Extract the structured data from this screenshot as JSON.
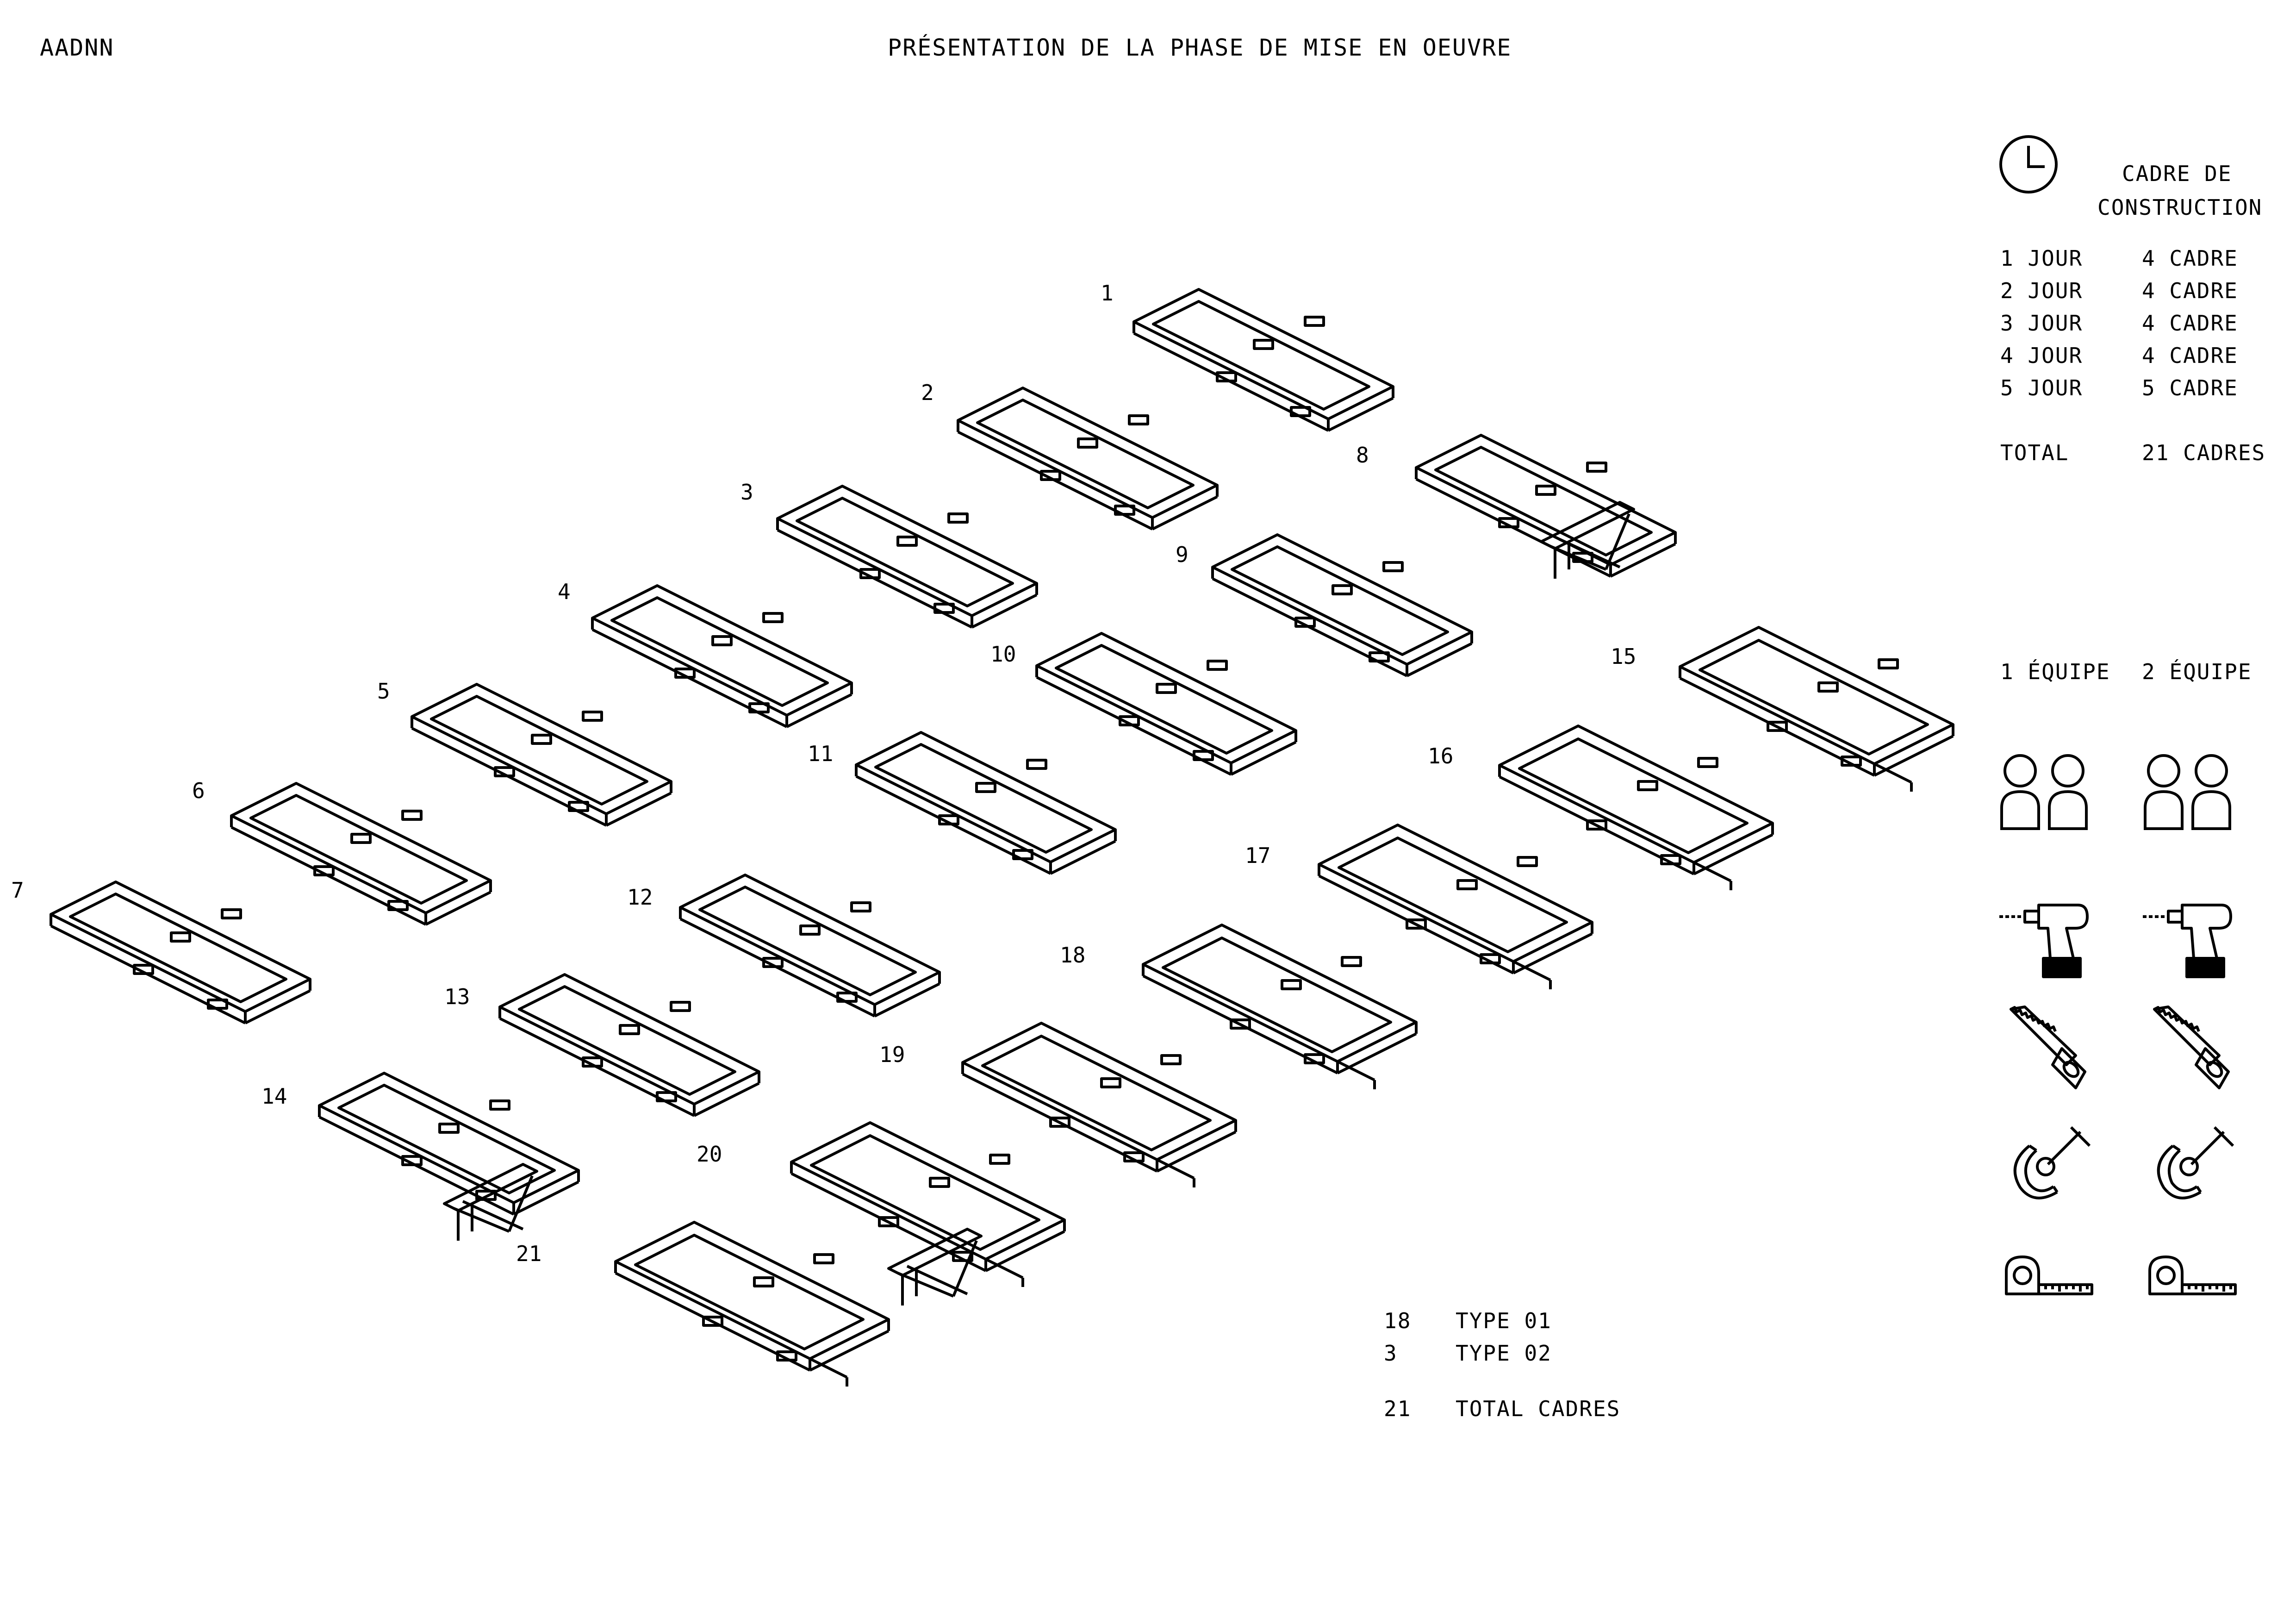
{
  "header": {
    "brand": "AADNN",
    "title": "PRÉSENTATION DE LA PHASE DE MISE EN OEUVRE"
  },
  "frames": [
    {
      "label": "1",
      "type": "small"
    },
    {
      "label": "2",
      "type": "small"
    },
    {
      "label": "3",
      "type": "small"
    },
    {
      "label": "4",
      "type": "small"
    },
    {
      "label": "5",
      "type": "small"
    },
    {
      "label": "6",
      "type": "small"
    },
    {
      "label": "7",
      "type": "small"
    },
    {
      "label": "8",
      "type": "braced"
    },
    {
      "label": "9",
      "type": "small"
    },
    {
      "label": "10",
      "type": "small"
    },
    {
      "label": "11",
      "type": "small"
    },
    {
      "label": "12",
      "type": "small"
    },
    {
      "label": "13",
      "type": "small"
    },
    {
      "label": "14",
      "type": "braced"
    },
    {
      "label": "15",
      "type": "large"
    },
    {
      "label": "16",
      "type": "large"
    },
    {
      "label": "17",
      "type": "large"
    },
    {
      "label": "18",
      "type": "large"
    },
    {
      "label": "19",
      "type": "large"
    },
    {
      "label": "20",
      "type": "braced-large"
    },
    {
      "label": "21",
      "type": "large"
    }
  ],
  "schedule": {
    "title_line1": "CADRE DE",
    "title_line2": "CONSTRUCTION",
    "rows": [
      {
        "day": "1 JOUR",
        "frames": "4 CADRE"
      },
      {
        "day": "2 JOUR",
        "frames": "4 CADRE"
      },
      {
        "day": "3 JOUR",
        "frames": "4 CADRE"
      },
      {
        "day": "4 JOUR",
        "frames": "4 CADRE"
      },
      {
        "day": "5 JOUR",
        "frames": "5 CADRE"
      }
    ],
    "total_label": "TOTAL",
    "total_value": "21 CADRES"
  },
  "teams": {
    "team1": "1 ÉQUIPE",
    "team2": "2 ÉQUIPE",
    "icons": [
      "people-icon",
      "drill-icon",
      "saw-icon",
      "clamp-icon",
      "tape-measure-icon"
    ]
  },
  "summary": {
    "rows": [
      {
        "count": "18",
        "label": "TYPE 01"
      },
      {
        "count": "3",
        "label": "TYPE 02"
      }
    ],
    "total_count": "21",
    "total_label": "TOTAL CADRES"
  }
}
